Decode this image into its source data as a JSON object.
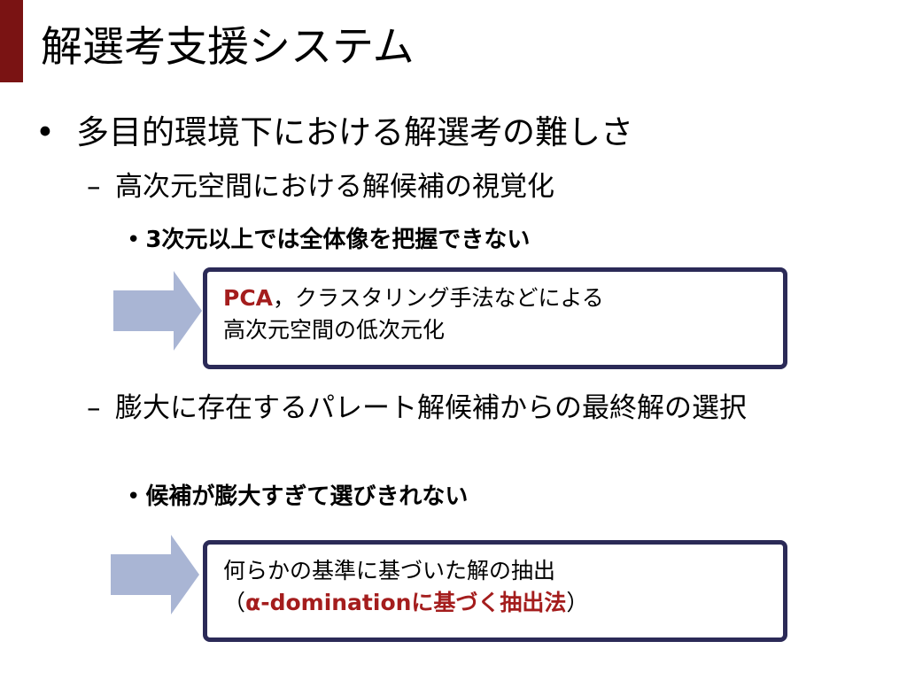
{
  "slide": {
    "title": "解選考支援システム",
    "bullet_1": {
      "marker": "•",
      "text": "多目的環境下における解選考の難しさ"
    },
    "sub_1": {
      "marker": "–",
      "text": "高次元空間における解候補の視覚化",
      "point_marker": "•",
      "point": "3次元以上では全体像を把握できない",
      "box": {
        "highlight": "PCA",
        "line1_rest": "，クラスタリング手法などによる",
        "line2": "高次元空間の低次元化"
      }
    },
    "sub_2": {
      "marker": "–",
      "text": "膨大に存在するパレート解候補からの最終解の選択",
      "point_marker": "•",
      "point": "候補が膨大すぎて選びきれない",
      "box": {
        "line1": "何らかの基準に基づいた解の抽出",
        "open_paren": "（",
        "highlight": "α-dominationに基づく抽出法",
        "close_paren": "）"
      }
    }
  },
  "colors": {
    "accent": "#7a1313",
    "box_border": "#2b2a57",
    "arrow_fill": "#a9b5d4",
    "highlight": "#a41d1d"
  }
}
